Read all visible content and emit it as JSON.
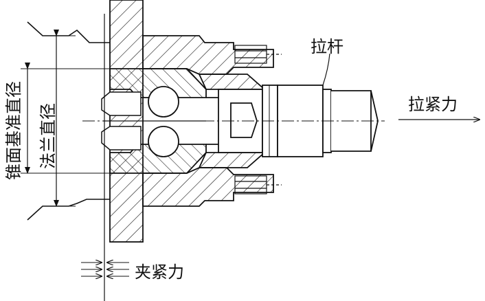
{
  "labels": {
    "pull_rod": "拉杆",
    "pull_force": "拉紧力",
    "clamp_force": "夹紧力",
    "cone_reference_diameter": "锥面基准直径",
    "flange_diameter": "法兰直径"
  }
}
